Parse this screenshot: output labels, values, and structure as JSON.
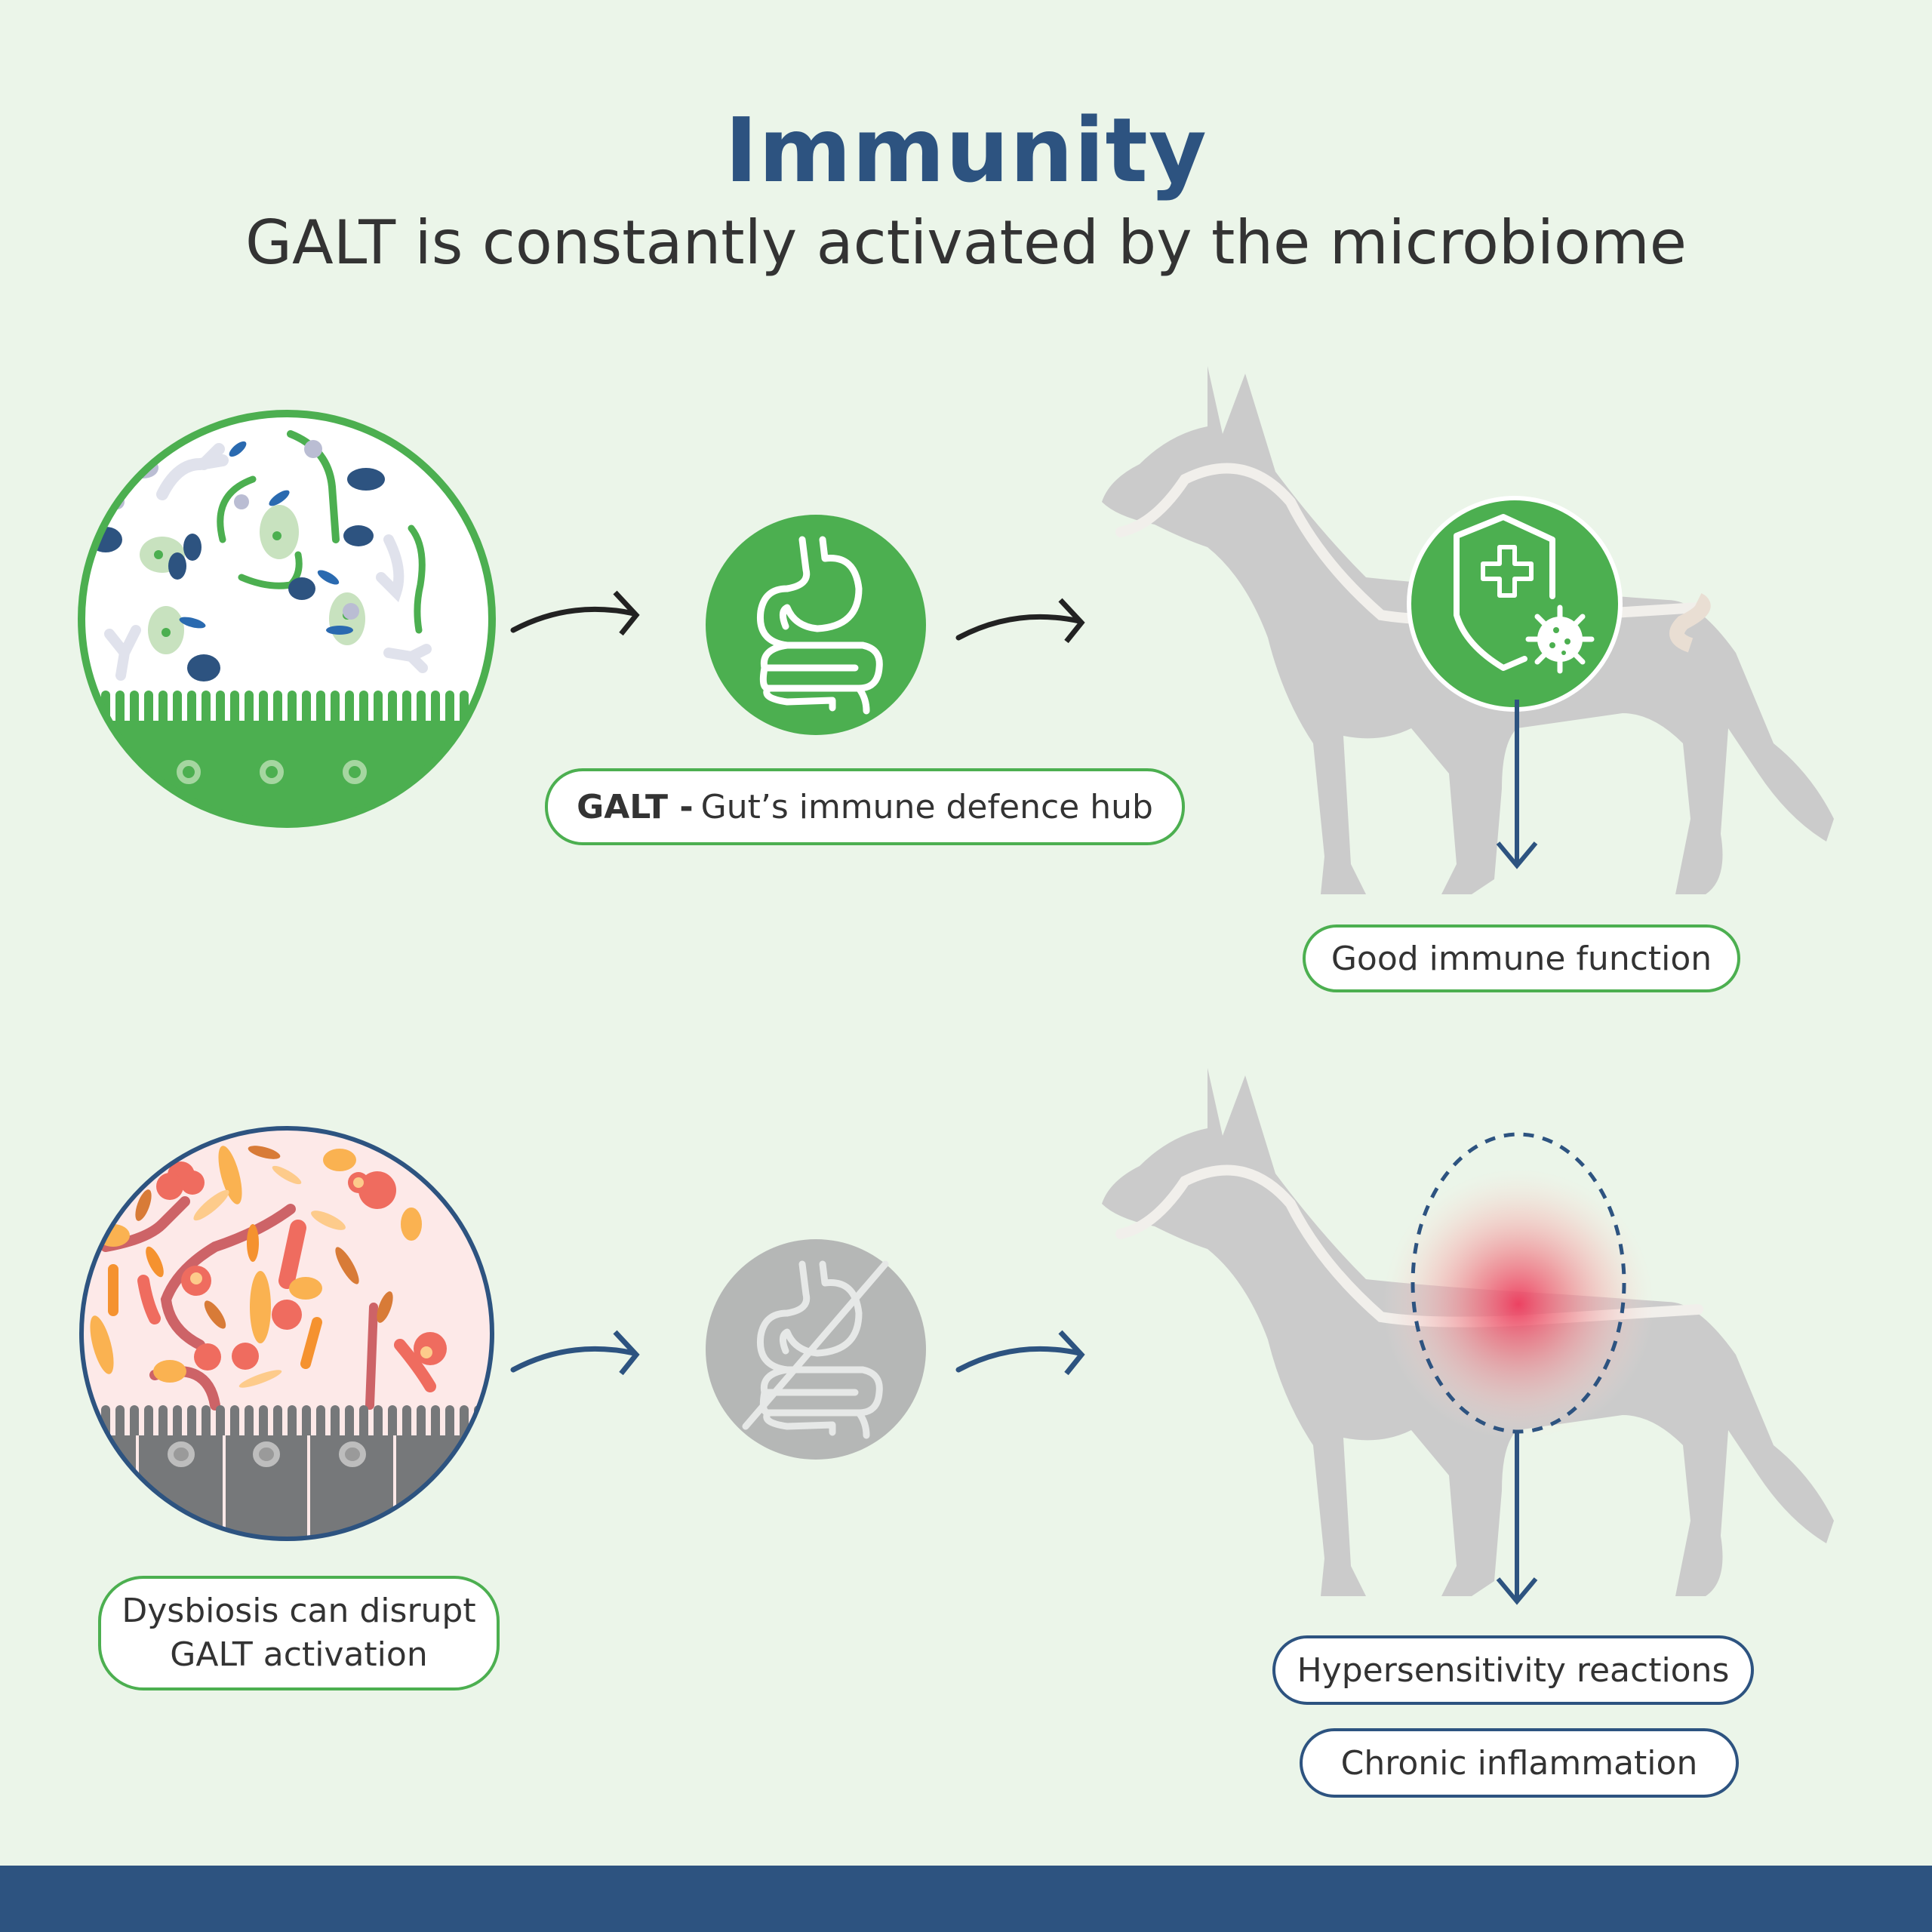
{
  "header": {
    "title": "Immunity",
    "subtitle": "GALT is constantly activated by the microbiome"
  },
  "healthy_row": {
    "microbiome_icon": "healthy-microbiome-circle-icon",
    "gut_icon": "stomach-intestine-icon",
    "galt_label_bold": "GALT -",
    "galt_label_rest": "Gut’s immune defence hub",
    "dog_icon": "dog-silhouette-icon",
    "badge_icon": "shield-cross-virus-icon",
    "outcome": "Good immune function"
  },
  "dysbiosis_row": {
    "microbiome_icon": "dysbiosis-microbiome-circle-icon",
    "gut_icon": "stomach-intestine-crossed-icon",
    "caption_line1": "Dysbiosis can disrupt",
    "caption_line2": "GALT activation",
    "dog_icon": "dog-silhouette-icon",
    "inflammation_icon": "inflammation-glow-icon",
    "outcomes": [
      "Hypersensitivity reactions",
      "Chronic inflammation"
    ]
  },
  "colors": {
    "brand_blue": "#2d5380",
    "brand_green": "#4caf50",
    "background": "#ebf5e9",
    "dysbiosis_fill": "#fde9e8",
    "inactive_gray": "#b5b7b6",
    "inflammation_red": "#ee3a5c"
  }
}
